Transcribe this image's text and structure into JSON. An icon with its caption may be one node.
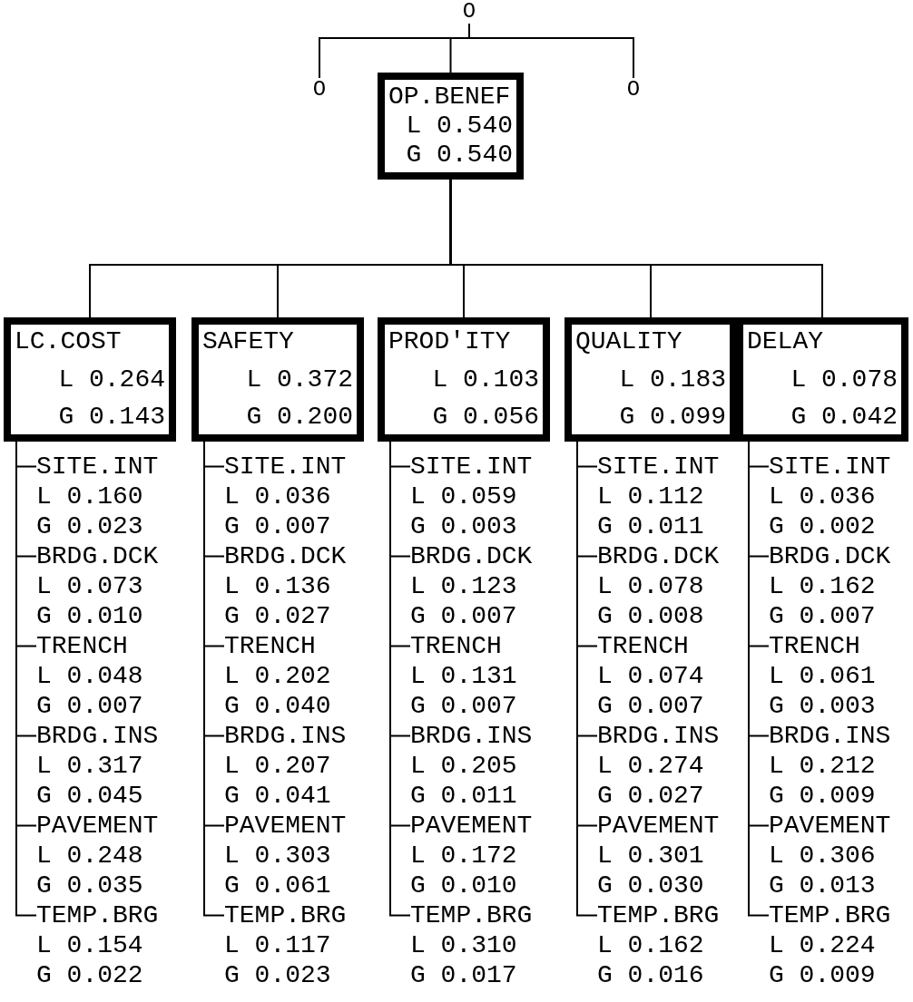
{
  "diagram": {
    "nodes": [
      {
        "text": [
          "O"
        ]
      },
      {
        "text": [
          "O"
        ]
      },
      {
        "text": [
          "OP.BENEF",
          "L 0.540",
          "G 0.540"
        ]
      },
      {
        "text": [
          "O"
        ]
      },
      {
        "text": [
          "LC.COST",
          "L 0.264",
          "G 0.143"
        ]
      },
      {
        "text": [
          "SAFETY",
          "L 0.372",
          "G 0.200"
        ]
      },
      {
        "text": [
          "PROD'ITY",
          "L 0.103",
          "G 0.056"
        ]
      },
      {
        "text": [
          "QUALITY",
          "L 0.183",
          "G 0.099"
        ]
      },
      {
        "text": [
          "DELAY",
          "L 0.078",
          "G 0.042"
        ]
      },
      {
        "text": [
          "SITE.INT",
          "L 0.160",
          "G 0.023"
        ]
      },
      {
        "text": [
          "BRDG.DCK",
          "L 0.073",
          "G 0.010"
        ]
      },
      {
        "text": [
          "TRENCH",
          "L 0.048",
          "G 0.007"
        ]
      },
      {
        "text": [
          "BRDG.INS",
          "L 0.317",
          "G 0.045"
        ]
      },
      {
        "text": [
          "PAVEMENT",
          "L 0.248",
          "G 0.035"
        ]
      },
      {
        "text": [
          "TEMP.BRG",
          "L 0.154",
          "G 0.022"
        ]
      },
      {
        "text": [
          "SITE.INT",
          "L 0.036",
          "G 0.007"
        ]
      },
      {
        "text": [
          "BRDG.DCK",
          "L 0.136",
          "G 0.027"
        ]
      },
      {
        "text": [
          "TRENCH",
          "L 0.202",
          "G 0.040"
        ]
      },
      {
        "text": [
          "BRDG.INS",
          "L 0.207",
          "G 0.041"
        ]
      },
      {
        "text": [
          "PAVEMENT",
          "L 0.303",
          "G 0.061"
        ]
      },
      {
        "text": [
          "TEMP.BRG",
          "L 0.117",
          "G 0.023"
        ]
      },
      {
        "text": [
          "SITE.INT",
          "L 0.059",
          "G 0.003"
        ]
      },
      {
        "text": [
          "BRDG.DCK",
          "L 0.123",
          "G 0.007"
        ]
      },
      {
        "text": [
          "TRENCH",
          "L 0.131",
          "G 0.007"
        ]
      },
      {
        "text": [
          "BRDG.INS",
          "L 0.205",
          "G 0.011"
        ]
      },
      {
        "text": [
          "PAVEMENT",
          "L 0.172",
          "G 0.010"
        ]
      },
      {
        "text": [
          "TEMP.BRG",
          "L 0.310",
          "G 0.017"
        ]
      },
      {
        "text": [
          "SITE.INT",
          "L 0.112",
          "G 0.011"
        ]
      },
      {
        "text": [
          "BRDG.DCK",
          "L 0.078",
          "G 0.008"
        ]
      },
      {
        "text": [
          "TRENCH",
          "L 0.074",
          "G 0.007"
        ]
      },
      {
        "text": [
          "BRDG.INS",
          "L 0.274",
          "G 0.027"
        ]
      },
      {
        "text": [
          "PAVEMENT",
          "L 0.301",
          "G 0.030"
        ]
      },
      {
        "text": [
          "TEMP.BRG",
          "L 0.162",
          "G 0.016"
        ]
      },
      {
        "text": [
          "SITE.INT",
          "L 0.036",
          "G 0.002"
        ]
      },
      {
        "text": [
          "BRDG.DCK",
          "L 0.162",
          "G 0.007"
        ]
      },
      {
        "text": [
          "TRENCH",
          "L 0.061",
          "G 0.003"
        ]
      },
      {
        "text": [
          "BRDG.INS",
          "L 0.212",
          "G 0.009"
        ]
      },
      {
        "text": [
          "PAVEMENT",
          "L 0.306",
          "G 0.013"
        ]
      },
      {
        "text": [
          "TEMP.BRG",
          "L 0.224",
          "G 0.009"
        ]
      }
    ],
    "edges": [
      {
        "from": 0,
        "to": 1,
        "arrow": "none"
      },
      {
        "from": 0,
        "to": 2,
        "arrow": "none"
      },
      {
        "from": 0,
        "to": 3,
        "arrow": "none"
      },
      {
        "from": 2,
        "to": 4,
        "arrow": "none"
      },
      {
        "from": 2,
        "to": 5,
        "arrow": "none"
      },
      {
        "from": 2,
        "to": 6,
        "arrow": "none"
      },
      {
        "from": 2,
        "to": 7,
        "arrow": "none"
      },
      {
        "from": 2,
        "to": 8,
        "arrow": "none"
      },
      {
        "from": 4,
        "to": 9,
        "arrow": "none"
      },
      {
        "from": 4,
        "to": 10,
        "arrow": "none"
      },
      {
        "from": 4,
        "to": 11,
        "arrow": "none"
      },
      {
        "from": 4,
        "to": 12,
        "arrow": "none"
      },
      {
        "from": 4,
        "to": 13,
        "arrow": "none"
      },
      {
        "from": 4,
        "to": 14,
        "arrow": "none"
      },
      {
        "from": 5,
        "to": 15,
        "arrow": "none"
      },
      {
        "from": 5,
        "to": 16,
        "arrow": "none"
      },
      {
        "from": 5,
        "to": 17,
        "arrow": "none"
      },
      {
        "from": 5,
        "to": 18,
        "arrow": "none"
      },
      {
        "from": 5,
        "to": 19,
        "arrow": "none"
      },
      {
        "from": 5,
        "to": 20,
        "arrow": "none"
      },
      {
        "from": 6,
        "to": 21,
        "arrow": "none"
      },
      {
        "from": 6,
        "to": 22,
        "arrow": "none"
      },
      {
        "from": 6,
        "to": 23,
        "arrow": "none"
      },
      {
        "from": 6,
        "to": 24,
        "arrow": "none"
      },
      {
        "from": 6,
        "to": 25,
        "arrow": "none"
      },
      {
        "from": 6,
        "to": 26,
        "arrow": "none"
      },
      {
        "from": 7,
        "to": 27,
        "arrow": "none"
      },
      {
        "from": 7,
        "to": 28,
        "arrow": "none"
      },
      {
        "from": 7,
        "to": 29,
        "arrow": "none"
      },
      {
        "from": 7,
        "to": 30,
        "arrow": "none"
      },
      {
        "from": 7,
        "to": 31,
        "arrow": "none"
      },
      {
        "from": 7,
        "to": 32,
        "arrow": "none"
      },
      {
        "from": 8,
        "to": 33,
        "arrow": "none"
      },
      {
        "from": 8,
        "to": 34,
        "arrow": "none"
      },
      {
        "from": 8,
        "to": 35,
        "arrow": "none"
      },
      {
        "from": 8,
        "to": 36,
        "arrow": "none"
      },
      {
        "from": 8,
        "to": 37,
        "arrow": "none"
      },
      {
        "from": 8,
        "to": 38,
        "arrow": "none"
      }
    ]
  }
}
